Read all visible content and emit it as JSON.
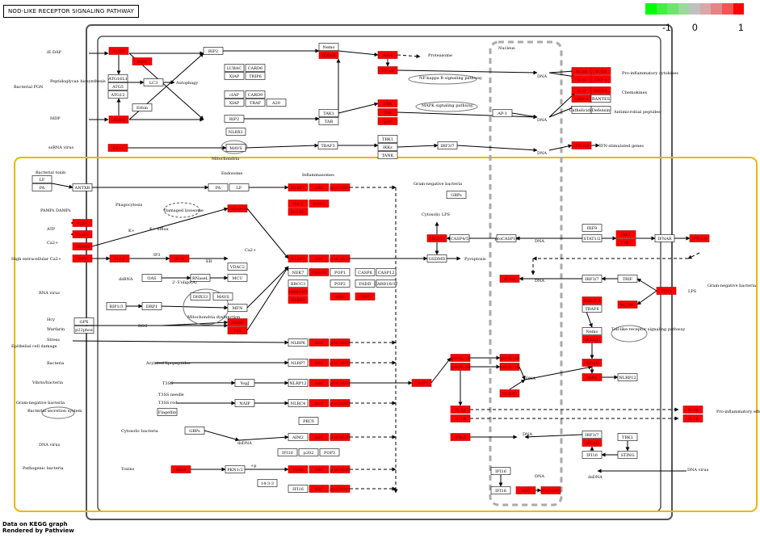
{
  "title": "NOD-LIKE RECEPTOR SIGNALING PATHWAY",
  "legend": {
    "colors": [
      "#00ff00",
      "#3ff23f",
      "#6ce56c",
      "#99d999",
      "#c0c0c0",
      "#d9a8a8",
      "#e58585",
      "#f25555",
      "#ff0000"
    ],
    "labels": [
      "-1",
      "0",
      "1"
    ]
  },
  "credits": [
    "Data on KEGG graph",
    "Rendered by Pathview"
  ],
  "nodes": {
    "nod1": "NOD1",
    "rip1": "RIP1",
    "atg16": "ATG16L1",
    "atg5": "ATG5",
    "atg12": "ATG12",
    "lc3": "LC3",
    "erbin": "Erbin",
    "nod2": "NOD2",
    "rip2a": "RIP2",
    "lubac": "LUBAC",
    "card6": "CARD6",
    "xiap1": "XIAP",
    "trip6": "TRIP6",
    "ciap": "cIAP",
    "card9": "CARD9",
    "xiap2": "XIAP",
    "traf": "TRAF",
    "a20": "A20",
    "rip2b": "RIP2",
    "nemo": "Nemo",
    "ikkab": "IKKα/β",
    "ikba": "IκBα",
    "nfkb": "NF-κB",
    "tak1": "TAK1",
    "tab": "TAB",
    "erk": "ERK",
    "jnk": "JNK",
    "p38": "p38",
    "ap1": "AP-1",
    "nlrx1": "NLRX1",
    "mavs": "MAVS",
    "rigi": "RIG-I",
    "traf3": "TRAF3",
    "tbk1": "TBK1",
    "ikke": "IKKε",
    "tank": "TANK",
    "irf37": "IRF3/7",
    "ifnab": "IFN-α/β",
    "il1b": "IL-1β",
    "il18a": "IL-18",
    "il6": "IL-6",
    "tnfa": "TNF-α",
    "il8": "IL-8",
    "mcp1": "MCP-1",
    "groa": "GRO-α",
    "rantes": "RANTES",
    "cathel": "Cathelicidin",
    "defensin": "Defensin",
    "lf": "LF",
    "pa": "PA",
    "antxr": "ANTXR",
    "endo_pa": "PA",
    "endo_lf": "LF",
    "nlrp1": "NLRP1",
    "asc1": "ASC",
    "casp1a": "proCASP1",
    "bcl2": "Bcl-2",
    "nod2b": "NOD2",
    "bclxl": "Bcl-XL",
    "p2x7": "P2X7",
    "pannexin": "Panx1",
    "trpm": "TRPM2",
    "trpv": "TRPV2",
    "plcb": "PLCβ",
    "ip3r": "IP3R",
    "cathepsin": "Cathepsin",
    "oas": "OAS",
    "rnasel": "RNaseL",
    "dhx33": "DHX33",
    "mavs2": "MAVS",
    "vdac": "VDAC2",
    "mcu": "MCU",
    "mfn": "MFN",
    "rip13": "RIP1/3",
    "drp1": "DRP1",
    "gpx1": "GPX",
    "p22": "p22phox",
    "txnip": "TXNIP",
    "trx": "TRX",
    "nlrp3": "NLRP3",
    "asc3": "ASC",
    "casp1b": "proCASP1",
    "nek7": "NEK7",
    "card8": "CARD8",
    "brcc3": "BRCC3",
    "marc": "MARCH7",
    "nlrp3b": "NLRP3",
    "pop1": "POP1",
    "pop2": "POP2",
    "casp8": "CASP8",
    "fadd": "FADD",
    "casp12": "CASP12",
    "card16": "CARD16/17",
    "gbp": "GBP",
    "gbp2": "GBP5",
    "gsdmd": "GSDMD",
    "casp11": "CASP11",
    "casp4": "CASP4/5",
    "proc11": "proCASP11",
    "gbps": "GBPs",
    "nlrp6": "NLRP6",
    "asc6": "ASC",
    "casp6": "proCASP1",
    "nlrp7": "NLRP7",
    "asc7": "ASC",
    "casp7": "proCASP1",
    "nlrp12": "NLRP12",
    "asc12": "ASC",
    "casp12b": "proCASP1",
    "nlrc4": "NLRC4",
    "asc4": "ASC",
    "casp4b": "proCASP1",
    "naip": "NAIP",
    "flag": "Flagellin",
    "yopj": "YopJ",
    "pkcd": "PKCδ",
    "aim2": "AIM2",
    "ascaim": "ASC",
    "caspaim": "proCASP1",
    "ifi16a": "IFI16",
    "p202": "p202",
    "pop3": "POP3",
    "gbps2": "GBPs",
    "pyrin": "Pyrin",
    "ascpy": "ASC",
    "casppy": "proCASP1",
    "rhoa": "RhoA",
    "pkn12": "PKN1/2",
    "x1433": "14-3-3",
    "ifi16b": "IFI16",
    "ascifi": "ASC",
    "caspifi": "proCASP1",
    "casp1c": "CASP1",
    "proil1b": "pro-IL-1β",
    "proil18": "pro-IL-18",
    "proil1b2": "pro-IL-1β",
    "proil18b": "pro-IL-18",
    "nlrp3c": "NLRP3",
    "il1b2": "IL-1β",
    "il18b": "IL-18",
    "ifnb": "IFN-β",
    "irf9": "IRF9",
    "stat1": "STAT1/2",
    "jak1": "JAK1",
    "tyk2": "TYK2",
    "ifnar": "IFNAR",
    "ifnab2": "IFN-α/β",
    "ifnb2": "IFN-β",
    "irf37b": "IRF3/7",
    "trif": "TRIF",
    "tlr4": "TLR4",
    "irak": "IRAK1/4",
    "traf6": "TRAF6",
    "myd88": "MyD88",
    "nemo2": "Nemo",
    "ikk2": "IKKα/β",
    "nfkb2": "NF-κB",
    "ikba2": "IκBα",
    "nlrp12b": "NLRP12",
    "irf37c": "IRF3/7",
    "tbk1b": "TBK1",
    "nfkbb": "NF-κB",
    "ifi16c": "IFI16",
    "sting": "STING",
    "ifi16d": "IFI16",
    "ifi16e": "IFI16",
    "ascn": "ASC",
    "caspn": "proCASP1",
    "il1b3": "IL-1β",
    "il18c": "IL-18"
  },
  "labels": {
    "iedap": "iE-DAP",
    "pgn": "Bacterial PGN",
    "pepti": "Peptidoglycan biosynthesis",
    "mdp": "MDP",
    "autophagy": "Autophagy",
    "proteasome": "Proteasome",
    "nfkbpath": "NF-kappa B signaling pathway",
    "mapkpath": "MAPK signaling pathway",
    "nucleus": "Nucleus",
    "dna1": "DNA",
    "dna2": "DNA",
    "dna3": "DNA",
    "proinf": "Pro-inflammatory cytokines",
    "chemo": "Chemokines",
    "antimicro": "Antimicrobial peptides",
    "ifnstim": "IFN-stimulated genes",
    "ssrna": "ssRNA virus",
    "mito": "Mitochondria",
    "bactox": "Bacterial toxin",
    "endosome": "Endosome",
    "inflamm": "Inflammasomes",
    "phago": "Phagocytosis",
    "pamps": "PAMPs DAMPs",
    "damaged": "Damaged lysosome",
    "kefflux": "K+ efflux",
    "atp": "ATP",
    "ca1": "Ca2+",
    "ca2": "High extracellular Ca2+",
    "ip3": "IP3",
    "er": "ER",
    "rnavirus": "RNA virus",
    "dsrna": "dsRNA",
    "oligoa": "2'-5'oligo(A)",
    "mitodys": "Mitochondria dysfunction",
    "ros": "ROS",
    "hcy": "Hcy",
    "warfarin": "Warfarin",
    "gramneg": "Gram-negative bacteria",
    "cytolps": "Cytosolic LPS",
    "pyroptosis": "Pyroptosis",
    "dna4": "DNA",
    "dna5": "DNA",
    "stress": "Stress",
    "epith": "Epithelial cell damage",
    "bacteria": "Bacteria",
    "acylated": "Acylated lipopeptides",
    "vibrio": "Vibrio/bacteria",
    "t3ss": "T3SS",
    "t3needle": "T3SS needle",
    "t3rod": "T3SS rod",
    "gramneg2": "Gram-negative bacteria",
    "bacsec": "Bacterial secretion system",
    "cytobac": "Cytosolic bacteria",
    "dnavirus": "DNA virus",
    "dsdna": "dsDNA",
    "pathbac": "Pathogenic bacteria",
    "toxins": "Toxins",
    "p": "+p",
    "lps": "LPS",
    "gramneg3": "Gram-negative bacteria",
    "tlrpath": "Toll-like receptor signaling pathway",
    "dna6": "DNA",
    "proinf2": "Pro-inflammatory effects",
    "dnavirus2": "DNA virus",
    "dsdna2": "dsDNA",
    "dna7": "DNA",
    "dna8": "DNA",
    "kplus": "K+",
    "ca3": "Ca2+"
  }
}
